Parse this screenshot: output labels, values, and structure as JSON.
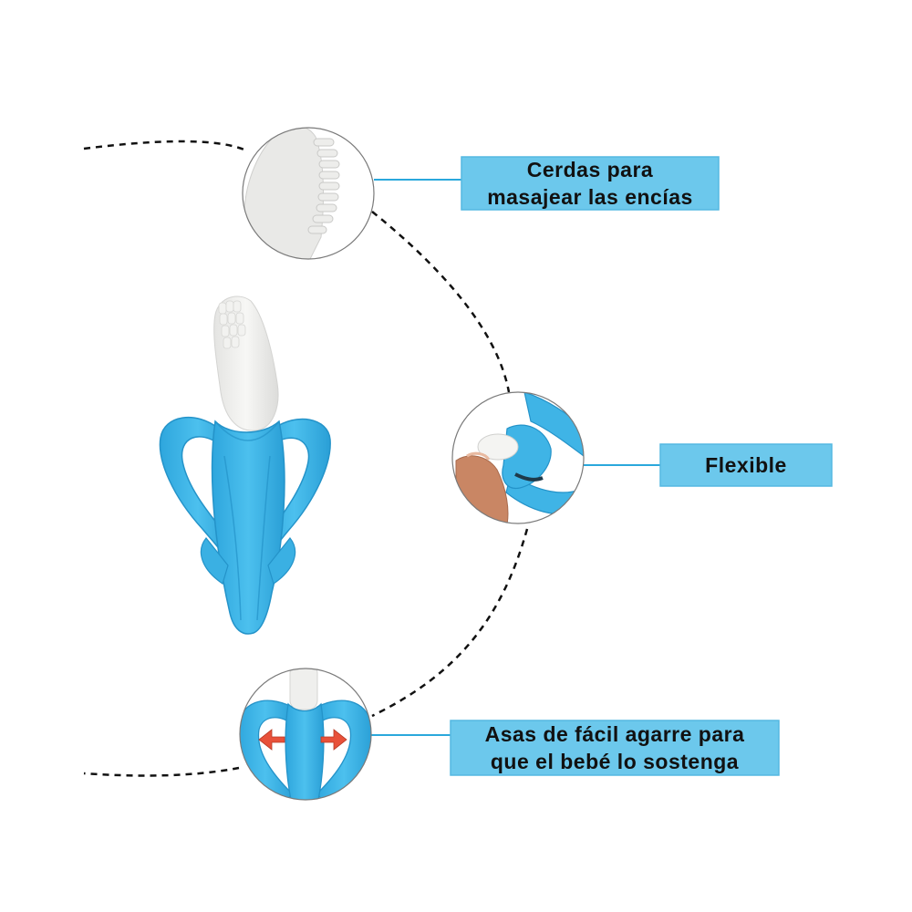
{
  "colors": {
    "label_background": "#6cc8ec",
    "label_border": "#55b8e2",
    "connector_line": "#2aa8dc",
    "dashed_arc": "#111111",
    "product_blue": "#3fb4e6",
    "product_blue_dark": "#2493c9",
    "bristle_white": "#eeeeec",
    "arrow_red": "#e8513a"
  },
  "callouts": [
    {
      "id": "bristles",
      "lines": [
        "Cerdas para",
        "masajear las encías"
      ]
    },
    {
      "id": "flexible",
      "lines": [
        "Flexible"
      ]
    },
    {
      "id": "handles",
      "lines": [
        "Asas de fácil agarre para",
        "que el bebé lo sostenga"
      ]
    }
  ],
  "icons": {
    "product": "banana-toothbrush-icon",
    "detail_bristles": "bristle-head-icon",
    "detail_flexible": "bending-brush-icon",
    "detail_handles": "handle-grip-icon",
    "grip_arrows": "inward-arrows-icon"
  }
}
